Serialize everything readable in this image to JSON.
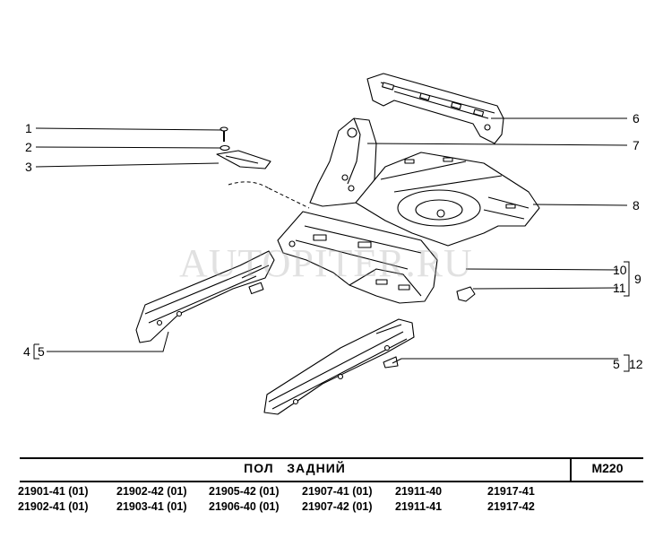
{
  "callouts": {
    "c1": "1",
    "c2": "2",
    "c3": "3",
    "c4": "4",
    "c5a": "5",
    "c6": "6",
    "c7": "7",
    "c8": "8",
    "c9": "9",
    "c10": "10",
    "c11": "11",
    "c5b": "5",
    "c12": "12"
  },
  "watermark": "AUTOPITER.RU",
  "title": "ПОЛ   ЗАДНИЙ",
  "code": "M220",
  "models": [
    "21901-41 (01)",
    "21902-41 (01)",
    "21902-42 (01)",
    "21903-41 (01)",
    "21905-42 (01)",
    "21906-40 (01)",
    "21907-41 (01)",
    "21907-42 (01)",
    "21911-40",
    "21911-41",
    "21917-41",
    "21917-42"
  ],
  "colors": {
    "line": "#000000",
    "paper": "#ffffff",
    "watermark": "#aaaaaa"
  }
}
